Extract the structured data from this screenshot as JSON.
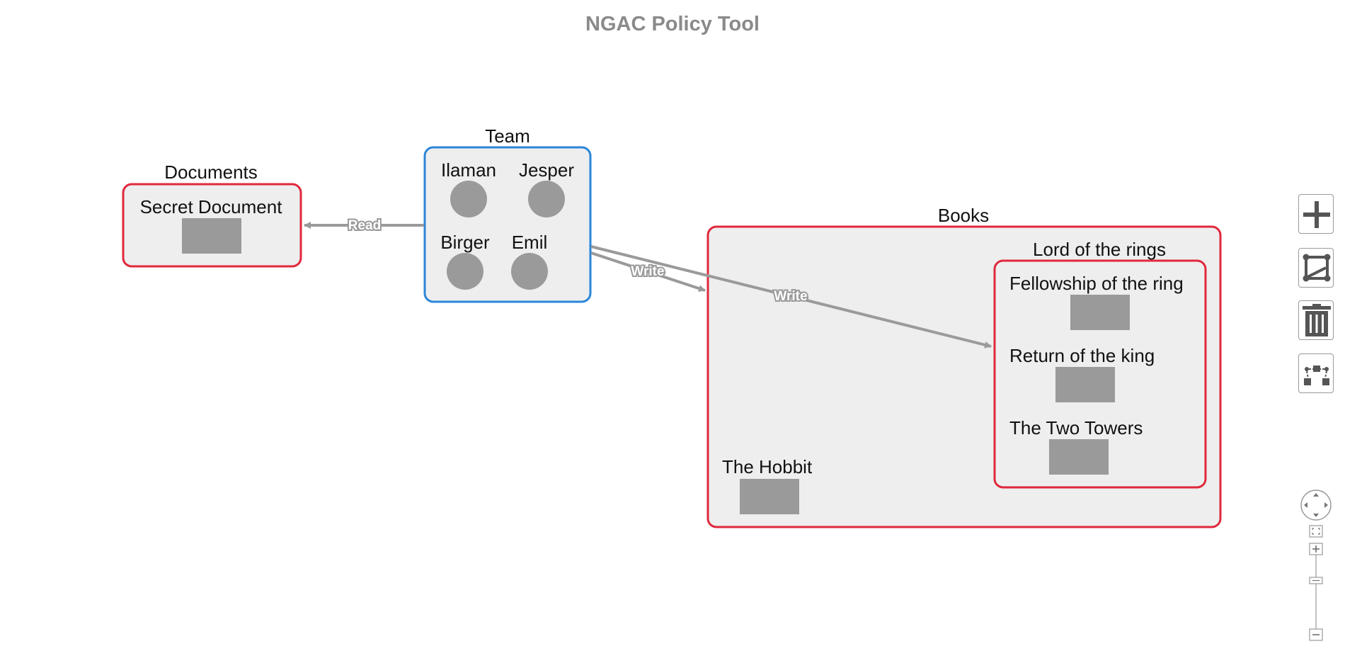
{
  "app": {
    "title": "NGAC Policy Tool"
  },
  "graph": {
    "containers": {
      "documents": {
        "label": "Documents",
        "color": "#e0283c"
      },
      "team": {
        "label": "Team",
        "color": "#2b86d8"
      },
      "books": {
        "label": "Books",
        "color": "#e0283c"
      },
      "lotr": {
        "label": "Lord of the rings",
        "color": "#e0283c"
      }
    },
    "users": [
      {
        "label": "Ilaman"
      },
      {
        "label": "Jesper"
      },
      {
        "label": "Birger"
      },
      {
        "label": "Emil"
      }
    ],
    "objects": [
      {
        "label": "Secret Document"
      },
      {
        "label": "Fellowship of the ring"
      },
      {
        "label": "Return of the king"
      },
      {
        "label": "The Two Towers"
      },
      {
        "label": "The Hobbit"
      }
    ],
    "edges": [
      {
        "label": "Read",
        "from": "Team",
        "to": "Documents"
      },
      {
        "label": "Write",
        "from": "Team",
        "to": "Books"
      },
      {
        "label": "Write",
        "from": "Team",
        "to": "Lord of the rings"
      }
    ]
  },
  "toolbar": {
    "add_icon": "plus-icon",
    "edge_icon": "draw-edge-icon",
    "delete_icon": "trash-icon",
    "layout_icon": "layout-icon"
  },
  "navigator": {
    "pan_icon": "pan-icon",
    "fit_icon": "fit-icon",
    "zoom_in_icon": "zoom-in-icon",
    "zoom_out_icon": "zoom-out-icon"
  }
}
